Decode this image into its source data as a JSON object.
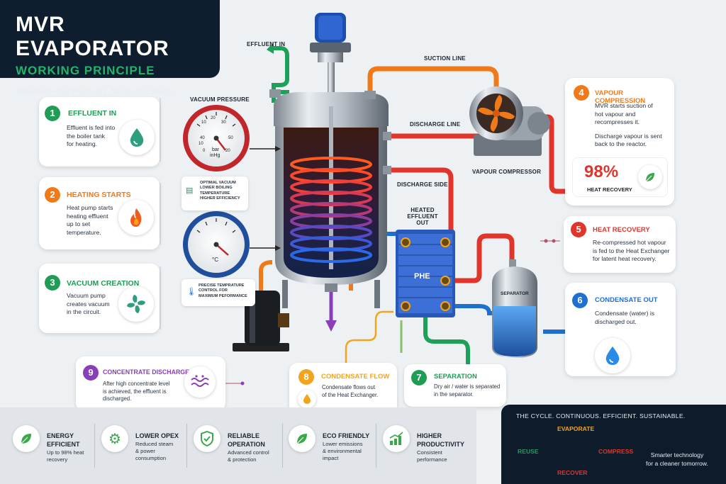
{
  "header": {
    "title": "MVR EVAPORATOR",
    "subtitle": "WORKING PRINCIPLE",
    "tagline": "Maximum Heat Recovery. Minimum Energy."
  },
  "diagram_labels": {
    "effluent_in": "EFFLUENT IN",
    "suction_line": "SUCTION LINE",
    "discharge_line": "DISCHARGE LINE",
    "vapour_compressor": "VAPOUR COMPRESSOR",
    "discharge_side": "DISCHARGE SIDE",
    "heated_effluent_out_1": "HEATED",
    "heated_effluent_out_2": "EFFLUENT OUT",
    "vacuum_pressure": "VACUUM PRESSURE",
    "phe": "PHE",
    "separator": "SEPARATOR",
    "pressure_gauge_unit_1": "bar",
    "pressure_gauge_unit_2": "inHg",
    "temp_gauge_unit": "°C",
    "gauge_ticks": [
      "10",
      "20",
      "30",
      "40",
      "50",
      "0",
      "10",
      "20"
    ]
  },
  "notes": {
    "vacuum_note": [
      "OPTIMAL VACUUM",
      "LOWER BOILING",
      "TEMPERATURE",
      "HIGHER EFFICIENCY"
    ],
    "temp_note": [
      "PRECISE TEMPRATURE",
      "CONTROL FOR",
      "MAXIMUM PEFORMANCE"
    ]
  },
  "steps": [
    {
      "num": "1",
      "title": "EFFLUENT IN",
      "body": [
        "Effluent is fed into",
        "the boiler tank",
        "for heating."
      ],
      "color": "#1f9d55",
      "icon": "water-drop-icon"
    },
    {
      "num": "2",
      "title": "HEATING STARTS",
      "body": [
        "Heat pump starts",
        "heating effluent",
        "up to set",
        "temperature."
      ],
      "color": "#f07a1a",
      "icon": "flame-icon"
    },
    {
      "num": "3",
      "title": "VACUUM CREATION",
      "body": [
        "Vacuum pump",
        "creates vacuum",
        "in the circuit."
      ],
      "color": "#1f9d55",
      "icon": "fan-icon"
    },
    {
      "num": "4",
      "title": "VAPOUR COMPRESSION",
      "body": [
        "MVR starts suction of",
        "hot vapour and",
        "recompresses it.",
        "",
        "Discharge vapour is sent",
        "back to the reactor."
      ],
      "color": "#f07a1a",
      "icon": "compressor-icon"
    },
    {
      "num": "5",
      "title": "HEAT RECOVERY",
      "body": [
        "Re-compressed hot vapour",
        "is fed to the Heat Exchanger",
        "for latent heat recovery."
      ],
      "color": "#e0352b",
      "icon": "heat-icon"
    },
    {
      "num": "6",
      "title": "CONDENSATE OUT",
      "body": [
        "Condensate (water) is",
        "discharged out."
      ],
      "color": "#1e6fd0",
      "icon": "water-drop-icon"
    },
    {
      "num": "7",
      "title": "SEPARATION",
      "body": [
        "Dry air / water is separated",
        "in the separator."
      ],
      "color": "#1f9d55",
      "icon": "separator-icon"
    },
    {
      "num": "8",
      "title": "CONDENSATE FLOW",
      "body": [
        "Condensate flows out",
        "of the Heat Exchanger."
      ],
      "color": "#f2a51c",
      "icon": "drop-flow-icon"
    },
    {
      "num": "9",
      "title": "CONCENTRATE DISCHARGE",
      "body": [
        "After high concentrate level",
        "is achieved, the effluent is",
        "discharged."
      ],
      "color": "#8a3fb8",
      "icon": "waves-icon"
    }
  ],
  "heat_recovery_stat": {
    "value": "98%",
    "label": "HEAT RECOVERY"
  },
  "benefits": [
    {
      "title": [
        "ENERGY",
        "EFFICIENT"
      ],
      "desc": [
        "Up to 98% heat",
        "recovery"
      ],
      "icon": "leaf-icon"
    },
    {
      "title": [
        "LOWER OPEX"
      ],
      "desc": [
        "Reduced steam",
        "& power",
        "consumption"
      ],
      "icon": "gear-icon"
    },
    {
      "title": [
        "RELIABLE",
        "OPERATION"
      ],
      "desc": [
        "Advanced control",
        "& protection"
      ],
      "icon": "shield-icon"
    },
    {
      "title": [
        "ECO FRIENDLY"
      ],
      "desc": [
        "Lower emissions",
        "& environmental",
        "impact"
      ],
      "icon": "leaf-icon"
    },
    {
      "title": [
        "HIGHER",
        "PRODUCTIVITY"
      ],
      "desc": [
        "Consistent",
        "performance"
      ],
      "icon": "growth-chart-icon"
    }
  ],
  "cycle": {
    "title": "THE CYCLE. CONTINUOUS. EFFICIENT. SUSTAINABLE.",
    "evaporate": "EVAPORATE",
    "compress": "COMPRESS",
    "recover": "RECOVER",
    "reuse": "REUSE",
    "tagline_1": "Smarter technology",
    "tagline_2": "for a cleaner tomorrow."
  },
  "colors": {
    "green": "#1f9d55",
    "orange": "#f07a1a",
    "red": "#e0352b",
    "blue": "#1e6fd0",
    "yellow": "#f2a51c",
    "purple": "#8a3fb8",
    "navy": "#0f1e2e"
  }
}
